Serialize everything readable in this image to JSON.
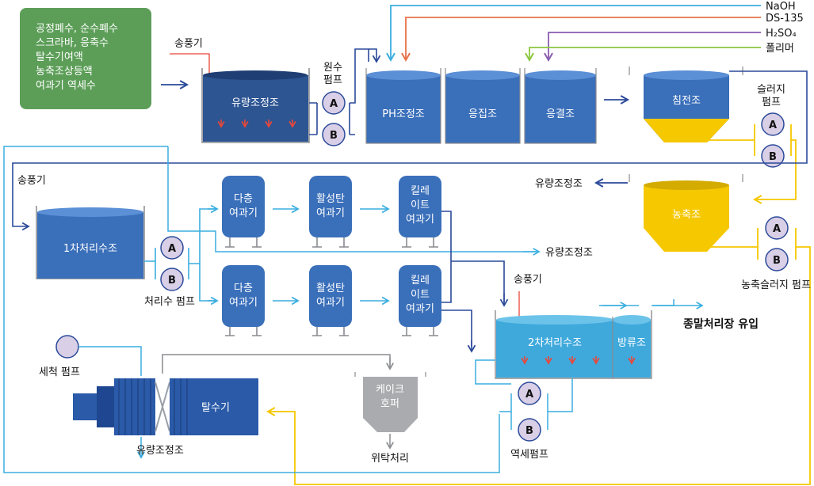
{
  "source_box": {
    "lines": [
      "공정폐수, 순수폐수",
      "스크라바, 응축수",
      "탈수기여액",
      "농축조상등액",
      "여과기 역세수"
    ]
  },
  "chemicals": [
    "NaOH",
    "DS-135",
    "H₂SO₄",
    "폴리머"
  ],
  "colors": {
    "green": "#5c9e58",
    "tank_blue": "#3a6fba",
    "tank_top": "#5b8fd6",
    "water": "#3fa9dc",
    "sludge_yellow": "#f5c800",
    "line_blue": "#3aaee0",
    "line_yellow": "#f5c800",
    "line_navy": "#2b4a9a",
    "pump_fill": "#d9cfe6",
    "naoh": "#3aaee0",
    "ds135": "#e8734a",
    "h2so4": "#8a5cb0",
    "polymer": "#8cc63f",
    "gray": "#a9abae"
  },
  "blowers": {
    "top": "송풍기",
    "left": "송풍기",
    "secondary": "송풍기"
  },
  "tanks": {
    "equalization": "유량조정조",
    "ph": "PH조정조",
    "coagulation": "응집조",
    "flocculation": "응결조",
    "sedimentation": "침전조",
    "thickener": "농축조",
    "primary": "1차처리수조",
    "secondary": "2차처리수조",
    "discharge": "방류조"
  },
  "filters": {
    "multi_1": [
      "다층",
      "여과기"
    ],
    "carbon_1": [
      "활성탄",
      "여과기"
    ],
    "chelate_1": [
      "킬레",
      "이트",
      "여과기"
    ],
    "multi_2": [
      "다층",
      "여과기"
    ],
    "carbon_2": [
      "활성탄",
      "여과기"
    ],
    "chelate_2": [
      "킬레",
      "이트",
      "여과기"
    ]
  },
  "pumps": {
    "a": "A",
    "b": "B",
    "raw_label": [
      "원수",
      "펌프"
    ],
    "sludge_label": [
      "슬러지",
      "펌프"
    ],
    "treated_label": "처리수 펌프",
    "thick_label": "농축슬러지 펌프",
    "backwash_label": "역세펌프",
    "wash_label": "세척 펌프"
  },
  "labels": {
    "to_eq_1": "유량조정조",
    "to_eq_2": "유량조정조",
    "to_eq_3": "유량조정조",
    "final": "종말처리장 유입",
    "dehydrator": "탈수기",
    "cake": [
      "케이크",
      "호퍼"
    ],
    "consign": "위탁처리"
  }
}
